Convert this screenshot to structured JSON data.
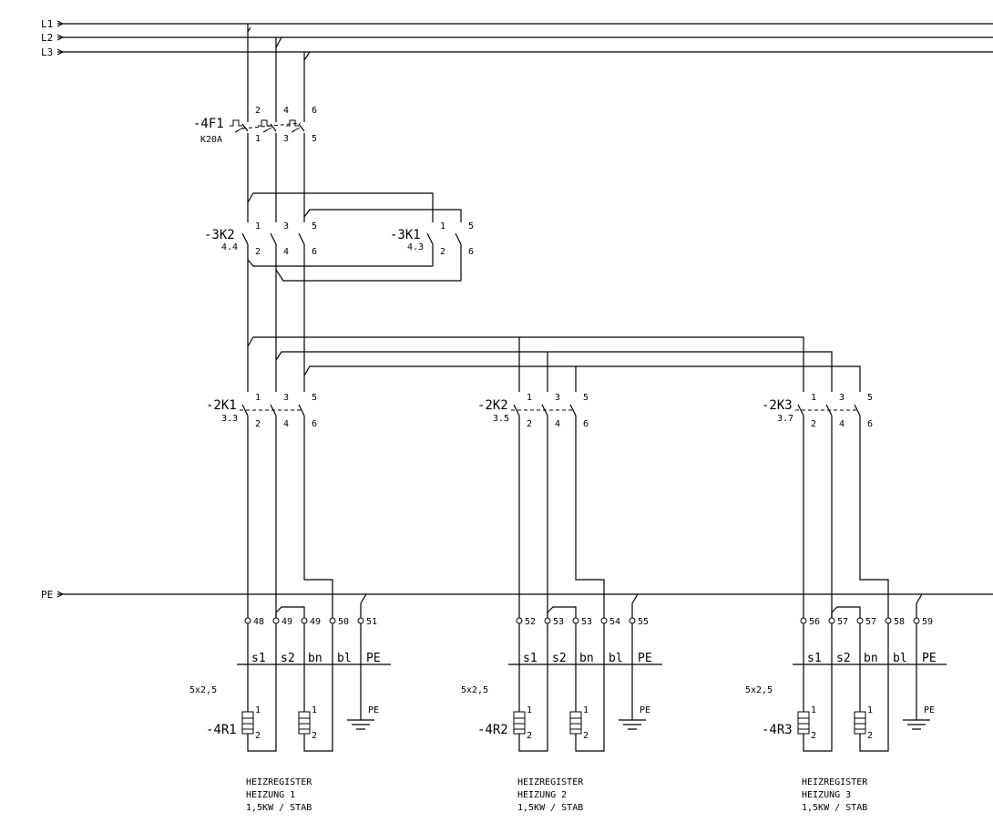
{
  "supply": {
    "l1": "L1",
    "l2": "L2",
    "l3": "L3",
    "pe": "PE"
  },
  "breaker": {
    "tag": "-4F1",
    "rating": "K20A",
    "top_pins": [
      "2",
      "4",
      "6"
    ],
    "bottom_pins": [
      "1",
      "3",
      "5"
    ]
  },
  "reversing": [
    {
      "tag": "-3K2",
      "ref": "4.4",
      "top_pins": [
        "1",
        "3",
        "5"
      ],
      "bottom_pins": [
        "2",
        "4",
        "6"
      ]
    },
    {
      "tag": "-3K1",
      "ref": "4.3",
      "top_pins": [
        "1",
        "5"
      ],
      "bottom_pins": [
        "2",
        "6"
      ]
    }
  ],
  "branches": [
    {
      "contactor": {
        "tag": "-2K1",
        "ref": "3.3"
      },
      "contact_top": [
        "1",
        "3",
        "5"
      ],
      "contact_bottom": [
        "2",
        "4",
        "6"
      ],
      "terminals": [
        "48",
        "49",
        "49",
        "50",
        "51"
      ],
      "cores": [
        "s1",
        "s2",
        "bn",
        "bl",
        "PE"
      ],
      "cable": "5x2,5",
      "heater": {
        "tag": "-4R1",
        "pin_top": "1",
        "pin_bottom": "2"
      },
      "pe_label": "PE",
      "caption": [
        "HEIZREGISTER",
        "HEIZUNG 1",
        "1,5KW / STAB"
      ]
    },
    {
      "contactor": {
        "tag": "-2K2",
        "ref": "3.5"
      },
      "contact_top": [
        "1",
        "3",
        "5"
      ],
      "contact_bottom": [
        "2",
        "4",
        "6"
      ],
      "terminals": [
        "52",
        "53",
        "53",
        "54",
        "55"
      ],
      "cores": [
        "s1",
        "s2",
        "bn",
        "bl",
        "PE"
      ],
      "cable": "5x2,5",
      "heater": {
        "tag": "-4R2",
        "pin_top": "1",
        "pin_bottom": "2"
      },
      "pe_label": "PE",
      "caption": [
        "HEIZREGISTER",
        "HEIZUNG 2",
        "1,5KW / STAB"
      ]
    },
    {
      "contactor": {
        "tag": "-2K3",
        "ref": "3.7"
      },
      "contact_top": [
        "1",
        "3",
        "5"
      ],
      "contact_bottom": [
        "2",
        "4",
        "6"
      ],
      "terminals": [
        "56",
        "57",
        "57",
        "58",
        "59"
      ],
      "cores": [
        "s1",
        "s2",
        "bn",
        "bl",
        "PE"
      ],
      "cable": "5x2,5",
      "heater": {
        "tag": "-4R3",
        "pin_top": "1",
        "pin_bottom": "2"
      },
      "pe_label": "PE",
      "caption": [
        "HEIZREGISTER",
        "HEIZUNG 3",
        "1,5KW / STAB"
      ]
    }
  ]
}
